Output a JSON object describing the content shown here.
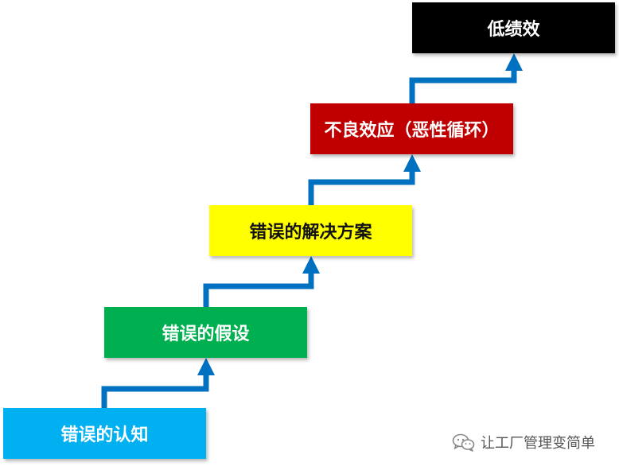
{
  "steps": [
    {
      "label": "错误的认知",
      "bg": "#00b0f0",
      "color": "#ffffff"
    },
    {
      "label": "错误的假设",
      "bg": "#00b050",
      "color": "#ffffff"
    },
    {
      "label": "错误的解决方案",
      "bg": "#ffff00",
      "color": "#111111"
    },
    {
      "label": "不良效应（恶性循环）",
      "bg": "#c00000",
      "color": "#ffffff"
    },
    {
      "label": "低绩效",
      "bg": "#000000",
      "color": "#ffffff"
    }
  ],
  "arrow_color": "#0070c0",
  "watermark": {
    "text": "让工厂管理变简单",
    "icon": "wechat-icon"
  }
}
